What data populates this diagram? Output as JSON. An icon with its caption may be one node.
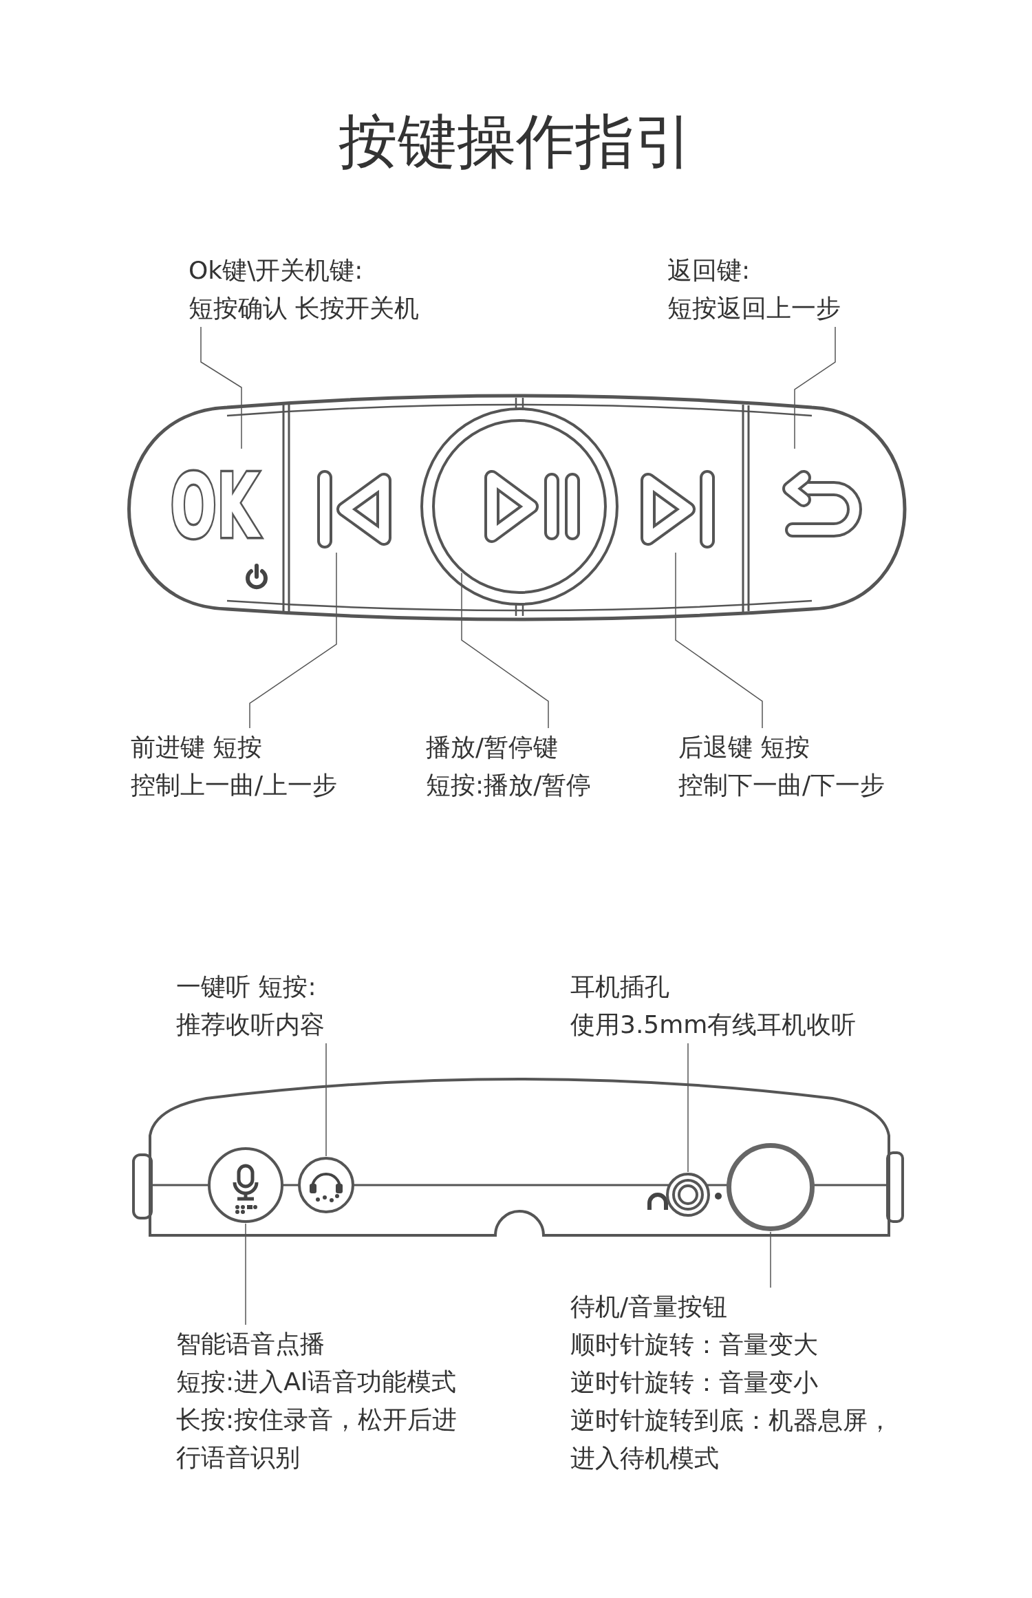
{
  "diagram": {
    "title": "按键操作指引",
    "nodes": [
      {
        "text": [
          "Ok键\\开关机键:",
          "短按确认 长按开关机"
        ]
      },
      {
        "text": [
          "OK"
        ]
      },
      {
        "text": [
          "前进键 短按",
          "控制上一曲/上一步"
        ]
      },
      {
        "text": [],
        "shape": "box"
      },
      {
        "text": [
          "播放/暂停键",
          "短按:播放/暂停"
        ]
      },
      {
        "text": [],
        "shape": "circle"
      },
      {
        "text": [
          "后退键 短按",
          "控制下一曲/下一步"
        ]
      },
      {
        "text": [],
        "shape": "box"
      },
      {
        "text": [
          "返回键:",
          "短按返回上一步"
        ]
      },
      {
        "text": [],
        "shape": "box"
      },
      {
        "text": [
          "一键听 短按:",
          "推荐收听内容"
        ]
      },
      {
        "text": [],
        "shape": "circle"
      },
      {
        "text": [
          "耳机插孔",
          "使用3.5mm有线耳机收听"
        ]
      },
      {
        "text": [],
        "shape": "circle"
      },
      {
        "text": [
          "智能语音点播",
          "短按:进入AI语音功能模式",
          "长按:按住录音，松开后进行语音识别"
        ]
      },
      {
        "text": [],
        "shape": "circle"
      },
      {
        "text": [
          "待机/音量按钮",
          "顺时针旋转：音量变大",
          "逆时针旋转：音量变小",
          "逆时针旋转到底：机器息屏，进入待机模式"
        ]
      },
      {
        "text": [],
        "shape": "circle"
      }
    ],
    "edges": [
      {
        "from": 0,
        "to": 1,
        "arrow": "none"
      },
      {
        "from": 2,
        "to": 3,
        "arrow": "none"
      },
      {
        "from": 4,
        "to": 5,
        "arrow": "none"
      },
      {
        "from": 6,
        "to": 7,
        "arrow": "none"
      },
      {
        "from": 8,
        "to": 9,
        "arrow": "none"
      },
      {
        "from": 10,
        "to": 11,
        "arrow": "none"
      },
      {
        "from": 12,
        "to": 13,
        "arrow": "none"
      },
      {
        "from": 14,
        "to": 15,
        "arrow": "none"
      },
      {
        "from": 16,
        "to": 17,
        "arrow": "none"
      }
    ]
  }
}
